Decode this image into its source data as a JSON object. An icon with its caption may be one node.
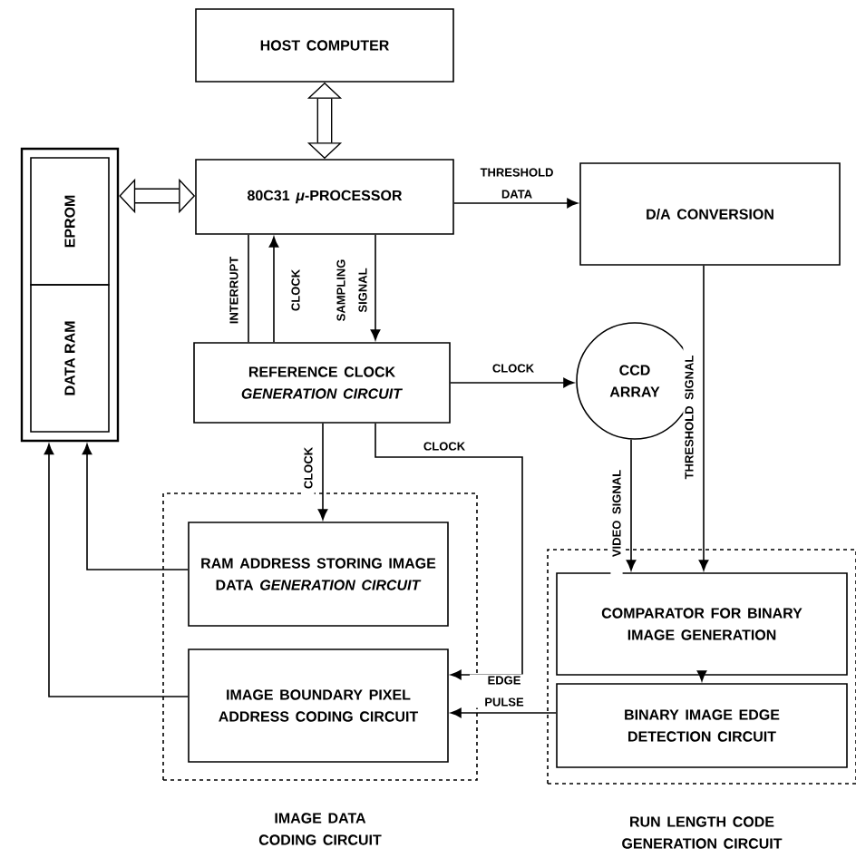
{
  "diagram": {
    "nodes": [
      {
        "text": [
          "HOST COMPUTER"
        ]
      },
      {
        "text": [],
        "shape": "box"
      },
      {
        "text": [
          "EPROM"
        ],
        "in": 1
      },
      {
        "text": [
          "DATA RAM"
        ],
        "in": 1
      },
      {
        "text": [
          "80C31 *μ*-PROCESSOR"
        ]
      },
      {
        "text": [
          "D/A CONVERSION"
        ]
      },
      {
        "text": [
          "REFERENCE CLOCK *GENERATION CIRCUIT*"
        ]
      },
      {
        "text": [
          "CCD ARRAY"
        ]
      },
      {
        "text": [
          "IMAGE DATA CODING CIRCUIT"
        ]
      },
      {
        "text": [
          "RAM ADDRESS STORING IMAGE DATA *GENERATION CIRCUIT*"
        ],
        "in": 8
      },
      {
        "text": [
          "IMAGE BOUNDARY PIXEL ADDRESS CODING CIRCUIT"
        ],
        "in": 8
      },
      {
        "text": [
          "RUN LENGTH CODE GENERATION CIRCUIT"
        ]
      },
      {
        "text": [
          "COMPARATOR FOR BINARY IMAGE GENERATION"
        ],
        "in": 11
      },
      {
        "text": [
          "BINARY IMAGE EDGE DETECTION CIRCUIT"
        ],
        "in": 11
      }
    ],
    "edges": [
      {
        "from": 0,
        "to": 4,
        "arrow": "both",
        "style": "thick"
      },
      {
        "from": 1,
        "to": 4,
        "arrow": "both",
        "style": "thick"
      },
      {
        "from": 4,
        "to": 5,
        "arrow": "to",
        "label": "THRESHOLD DATA"
      },
      {
        "from": 6,
        "to": 4,
        "arrow": "none",
        "label": "INTERRUPT"
      },
      {
        "from": 6,
        "to": 4,
        "arrow": "to",
        "label": "CLOCK"
      },
      {
        "from": 4,
        "to": 6,
        "arrow": "to",
        "label": "SAMPLING SIGNAL"
      },
      {
        "from": 6,
        "to": 7,
        "arrow": "to",
        "label": "CLOCK"
      },
      {
        "from": 6,
        "to": 9,
        "arrow": "to",
        "label": "CLOCK"
      },
      {
        "from": 6,
        "to": 10,
        "arrow": "to",
        "label": "CLOCK"
      },
      {
        "from": 5,
        "to": 12,
        "arrow": "to",
        "label": "THRESHOLD SIGNAL"
      },
      {
        "from": 7,
        "to": 12,
        "arrow": "to",
        "label": "VIDEO SIGNAL"
      },
      {
        "from": 12,
        "to": 13,
        "arrow": "to"
      },
      {
        "from": 13,
        "to": 10,
        "arrow": "to",
        "label": "EDGE PULSE"
      },
      {
        "from": 9,
        "to": 1,
        "arrow": "to"
      },
      {
        "from": 10,
        "to": 1,
        "arrow": "to"
      }
    ]
  }
}
